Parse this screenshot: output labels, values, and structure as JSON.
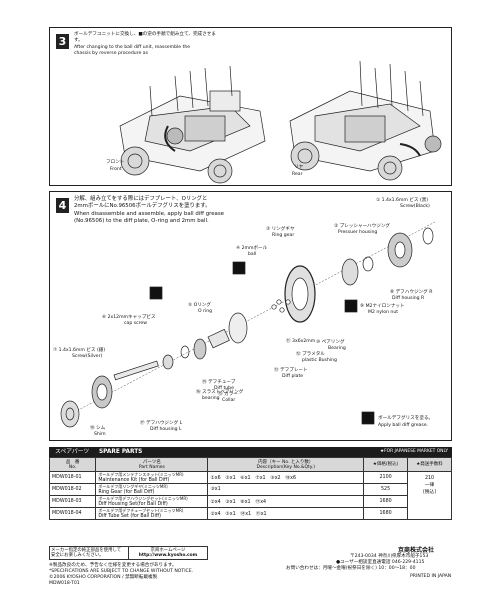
{
  "step3": {
    "num": "3",
    "text_ja": "ボールデフユニットに交換し、■の逆の手順で組み立て、完成させます。",
    "text_en1": "After changing to the ball diff unit, reassemble the",
    "text_en2": "chassis by reverse procedure as",
    "front_ja": "フロント",
    "front_en": "Front",
    "rear_ja": "リヤ",
    "rear_en": "Rear"
  },
  "step4": {
    "num": "4",
    "text_ja1": "分解、組み立てをする際にはデフプレート、Oリングと",
    "text_ja2": "2mmボールにNo.96506ボールデフグリスを塗ります。",
    "text_en1": "When disassemble and assemble, apply ball diff grease",
    "text_en2": "(No.96506) to the diff plate, O-ring and 2mm ball.",
    "apply_ja": "ボールデフグリスを塗る。",
    "apply_en": "Apply ball diff grease.",
    "parts": {
      "p1": "① 1.4x1.6mm ビス (黒)",
      "p1en": "Screw(Black)",
      "p2": "② プレッシャーハウジング",
      "p2en": "Pressuer housing",
      "p3": "③ リングギヤ",
      "p3en": "Ring gear",
      "p4": "④ 2mmボール",
      "p4en": "ball",
      "p5": "⑤ Oリング",
      "p5en": "O ring",
      "p6": "⑥ 2x12mmキャップビス",
      "p6en": "cap screw",
      "p7": "⑦ 1.4x1.6mm ビス (銀)",
      "p7en": "Screw(Silver)",
      "p8": "⑧ デフハウジング R",
      "p8en": "Diff housing R",
      "p9": "⑨ M2ナイロンナット",
      "p9en": "M2 nylon nut",
      "p10": "⑩ ペアリング",
      "p10en": "Bearing",
      "p11": "⑪ 3x6x2mm",
      "p12": "⑫ プラメタル",
      "p12en": "plastic Bushing",
      "p13": "⑬ デフプレート",
      "p13en": "Diff plate",
      "p14": "⑭ デフチューブ",
      "p14en": "Diff tube",
      "p15": "⑮ カラー",
      "p15en": "Collar",
      "p16": "⑯ スラストベアリング",
      "p16en": "bearing",
      "p17": "⑰ デフハウジング L",
      "p17en": "Diff housing L",
      "p18": "⑱ シム",
      "p18en": "Shim"
    }
  },
  "spare": {
    "title_ja": "スペアパーツ",
    "title_en": "SPARE PARTS",
    "market_note": "★FOR JAPANESE MARKET ONLY",
    "headers": {
      "code_ja": "品　番",
      "code_en": "No.",
      "name_ja": "パーツ名",
      "name_en": "Part Names",
      "desc_ja": "内容（キー No. と入り数）",
      "desc_en": "Description(Key No.&Qty.)",
      "price_ja": "★価格(税込)",
      "ship_ja": "★発送手数料"
    },
    "rows": [
      {
        "code": "MDW018-01",
        "name_ja": "ボールデフ用メンテナンスキット(ミニッツMR)",
        "name_en": "Maintenance Kit (for Ball Diff)",
        "desc": "①x6　⑤x1　⑥x1　⑦x1　⑨x2　⑱x6",
        "price": "2100"
      },
      {
        "code": "MDW018-02",
        "name_ja": "ボールデフ用リングギヤ(ミニッツMR)",
        "name_en": "Ring Gear (for Ball Diff)",
        "desc": "③x1",
        "price": "525"
      },
      {
        "code": "MDW018-03",
        "name_ja": "ボールデフ用デフハウジングセット(ミニッツMR)",
        "name_en": "Diff Housing Set(for Ball Diff)",
        "desc": "②x4　③x1　⑧x1　⑰x4",
        "price": "1680"
      },
      {
        "code": "MDW018-04",
        "name_ja": "ボールデフ用デフチューブセット(ミニッツMR)",
        "name_en": "Diff Tube Set (for Ball Diff)",
        "desc": "②x4　⑤x1　⑭x1　⑪x1",
        "price": "1680"
      }
    ],
    "ship_value": "210\n一律\n(税込)"
  },
  "footer": {
    "note_ja1": "メーカー指定の純正部品を使用して",
    "note_ja2": "安全にお楽しみください。",
    "web_ja": "京商ホームページ",
    "web_url": "http://www.kyosho.com",
    "disclaimer_ja": "※製品改良のため、予告なく仕様を変更する場合があります。",
    "disclaimer_en1": "*SPECIFICATIONS ARE SUBJECT TO CHANGE WITHOUT NOTICE.",
    "copyright": "©2006 KYOSHO CORPORATION / 禁無断転載複製",
    "doc_no": "MDW018-T01",
    "company": "京商株式会社",
    "address": "〒243-0034 神奈川県厚木市船子153",
    "support": "●ユーザー相談室直通電話 046-229-4115",
    "hours": "お問い合わせは：月曜～金曜(祝祭日を除く) 10：00～18：00",
    "printed": "PRINTED IN JAPAN"
  }
}
